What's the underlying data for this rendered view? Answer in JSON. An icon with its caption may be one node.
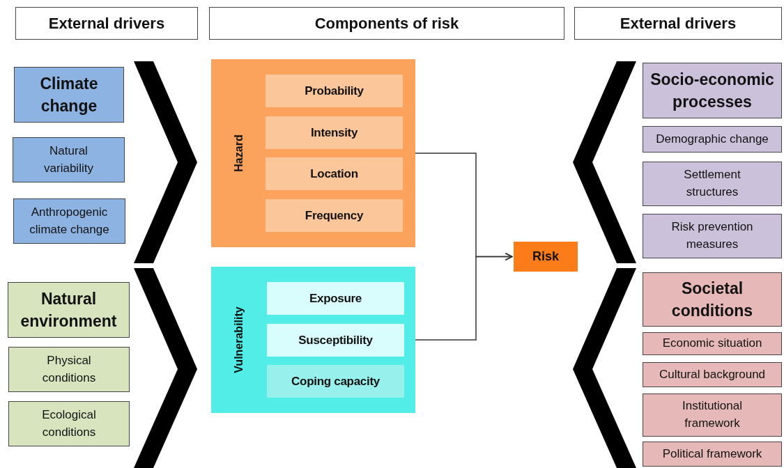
{
  "diagram": {
    "nodes": [
      {
        "text": [
          "External drivers"
        ]
      },
      {
        "text": [
          "Components of risk"
        ]
      },
      {
        "text": [
          "External drivers"
        ]
      },
      {
        "text": [
          "Climate change"
        ]
      },
      {
        "text": [
          "Natural variability"
        ]
      },
      {
        "text": [
          "Anthropogenic climate change"
        ]
      },
      {
        "text": [
          "Natural environment"
        ]
      },
      {
        "text": [
          "Physical conditions"
        ]
      },
      {
        "text": [
          "Ecological conditions"
        ]
      },
      {
        "text": [
          "Hazard"
        ]
      },
      {
        "text": [
          "Probability"
        ],
        "in": 9
      },
      {
        "text": [
          "Intensity"
        ],
        "in": 9
      },
      {
        "text": [
          "Location"
        ],
        "in": 9
      },
      {
        "text": [
          "Frequency"
        ],
        "in": 9
      },
      {
        "text": [
          "Vulnerability"
        ]
      },
      {
        "text": [
          "Exposure"
        ],
        "in": 14
      },
      {
        "text": [
          "Susceptibility"
        ],
        "in": 14
      },
      {
        "text": [
          "Coping capacity"
        ],
        "in": 14
      },
      {
        "text": [
          "Risk"
        ]
      },
      {
        "text": [
          "Socio-economic processes"
        ]
      },
      {
        "text": [
          "Demographic change"
        ]
      },
      {
        "text": [
          "Settlement structures"
        ]
      },
      {
        "text": [
          "Risk prevention measures"
        ]
      },
      {
        "text": [
          "Societal conditions"
        ]
      },
      {
        "text": [
          "Economic situation"
        ]
      },
      {
        "text": [
          "Cultural background"
        ]
      },
      {
        "text": [
          "Institutional framework"
        ]
      },
      {
        "text": [
          "Political framework"
        ]
      }
    ],
    "edges": [
      {
        "from": 9,
        "to": 18,
        "arrow": "to"
      },
      {
        "from": 14,
        "to": 18,
        "arrow": "to"
      }
    ]
  }
}
